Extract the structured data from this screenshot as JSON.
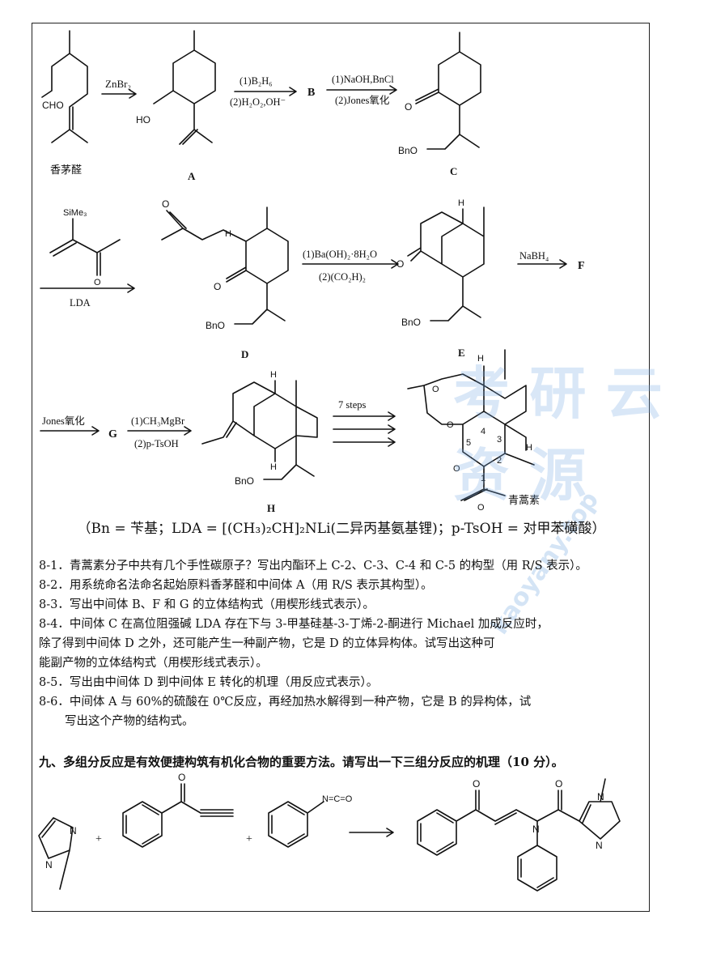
{
  "scheme1": {
    "reagent_znbr2": "ZnBr₂",
    "label_citronellal": "香茅醛",
    "label_A": "A",
    "step_a_1": "(1)B₂H₆",
    "step_a_2": "(2)H₂O₂,OH⁻",
    "label_B": "B",
    "step_b_1": "(1)NaOH,BnCl",
    "step_b_2": "(2)Jones氧化",
    "label_C": "C",
    "cho": "CHO",
    "ho": "HO",
    "bno": "BnO"
  },
  "scheme2": {
    "reagent_simea": "SiMe₃",
    "reagent_o": "O",
    "reagent_lda": "LDA",
    "label_D": "D",
    "step_d_1": "(1)Ba(OH)₂·8H₂O",
    "step_d_2": "(2)(CO₂H)₂",
    "label_E": "E",
    "nabh4": "NaBH₄",
    "label_F": "F",
    "o": "O",
    "h": "H",
    "bno": "BnO"
  },
  "scheme3": {
    "jones": "Jones氧化",
    "label_G": "G",
    "step_g_1": "(1)CH₃MgBr",
    "step_g_2": "(2)p-TsOH",
    "label_H": "H",
    "seven_steps": "7 steps",
    "label_artemisinin": "青蒿素",
    "num_1": "1",
    "num_2": "2",
    "num_3": "3",
    "num_4": "4",
    "num_5": "5",
    "o": "O",
    "h": "H",
    "bno": "BnO"
  },
  "legend": "（Bn = 苄基；LDA = [(CH₃)₂CH]₂NLi(二异丙基氨基锂)；p-TsOH = 对甲苯磺酸）",
  "questions": [
    "8-1．青蒿素分子中共有几个手性碳原子？写出内酯环上 C-2、C-3、C-4 和 C-5 的构型（用 R/S 表示）。",
    "8-2．用系统命名法命名起始原料香茅醛和中间体 A（用 R/S 表示其构型）。",
    "8-3．写出中间体 B、F 和 G 的立体结构式（用楔形线式表示）。",
    "8-4．中间体 C 在高位阻强碱 LDA 存在下与 3-甲基硅基-3-丁烯-2-酮进行 Michael 加成反应时，",
    "除了得到中间体 D 之外，还可能产生一种副产物，它是 D 的立体异构体。试写出这种可",
    "能副产物的立体结构式（用楔形线式表示）。",
    "8-5．写出由中间体 D 到中间体 E 转化的机理（用反应式表示）。",
    "8-6．中间体 A 与 60%的硫酸在 0℃反应，再经加热水解得到一种产物，它是 B 的异构体，试",
    "写出这个产物的结构式。"
  ],
  "section9": "九、多组分反应是有效便捷构筑有机化合物的重要方法。请写出一下三组分反应的机理（10 分）。",
  "scheme9": {
    "n": "N",
    "o": "O",
    "isocyanate": "N=C=O",
    "plus": "+"
  },
  "watermark": {
    "cn": "考 研 云 资 源",
    "en": "kaoyany.top"
  }
}
